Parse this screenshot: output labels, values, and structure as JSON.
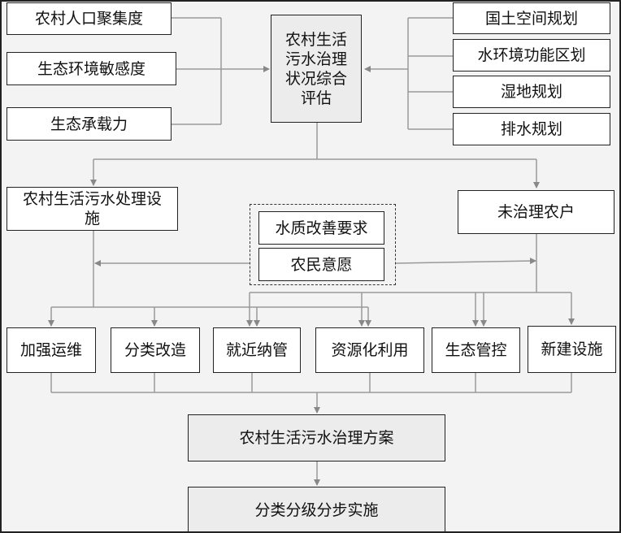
{
  "left_factors": [
    "农村人口聚集度",
    "生态环境敏感度",
    "生态承载力"
  ],
  "center_assessment": "农村生活污水治理状况综合评估",
  "right_plans": [
    "国土空间规划",
    "水环境功能区划",
    "湿地规划",
    "排水规划"
  ],
  "facilities": "农村生活污水处理设施",
  "untreated": "未治理农户",
  "group_items": [
    "水质改善要求",
    "农民意愿"
  ],
  "measures": [
    "加强运维",
    "分类改造",
    "就近纳管",
    "资源化利用",
    "生态管控",
    "新建设施"
  ],
  "plan": "农村生活污水治理方案",
  "implementation": "分类分级分步实施"
}
